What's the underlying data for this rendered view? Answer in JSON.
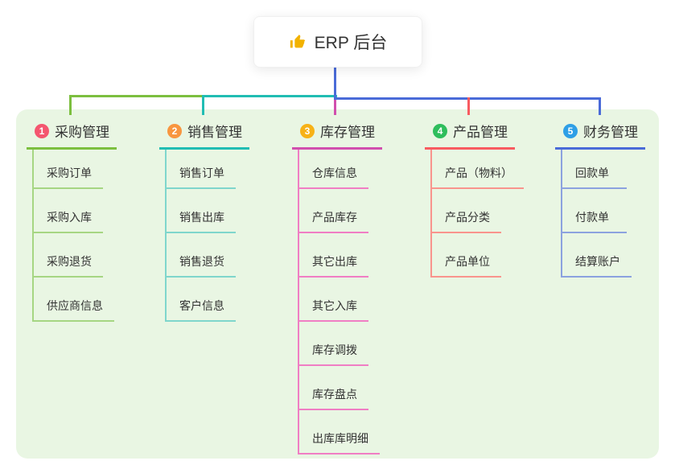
{
  "root": {
    "title": "ERP 后台",
    "icon": "thumbs-up",
    "icon_color": "#F2B200",
    "stem_color": "#4A6BD8"
  },
  "panel": {
    "bg_color": "#E9F6E3"
  },
  "branches": [
    {
      "badge": "1",
      "title": "采购管理",
      "badge_color": "#F4566F",
      "line_color": "#7CBF3F",
      "sub_line_color": "#A6D683",
      "items": [
        "采购订单",
        "采购入库",
        "采购退货",
        "供应商信息"
      ]
    },
    {
      "badge": "2",
      "title": "销售管理",
      "badge_color": "#F8963F",
      "line_color": "#21BDB3",
      "sub_line_color": "#7FD6CC",
      "items": [
        "销售订单",
        "销售出库",
        "销售退货",
        "客户信息"
      ]
    },
    {
      "badge": "3",
      "title": "库存管理",
      "badge_color": "#F7B217",
      "line_color": "#D14FAE",
      "sub_line_color": "#F07EC4",
      "items": [
        "仓库信息",
        "产品库存",
        "其它出库",
        "其它入库",
        "库存调拨",
        "库存盘点",
        "出库库明细"
      ]
    },
    {
      "badge": "4",
      "title": "产品管理",
      "badge_color": "#2EBE5C",
      "line_color": "#F85B60",
      "sub_line_color": "#F9948D",
      "items": [
        "产品（物料）",
        "产品分类",
        "产品单位"
      ]
    },
    {
      "badge": "5",
      "title": "财务管理",
      "badge_color": "#2E9FE6",
      "line_color": "#4A6BD8",
      "sub_line_color": "#8CA2DF",
      "items": [
        "回款单",
        "付款单",
        "结算账户"
      ]
    }
  ]
}
